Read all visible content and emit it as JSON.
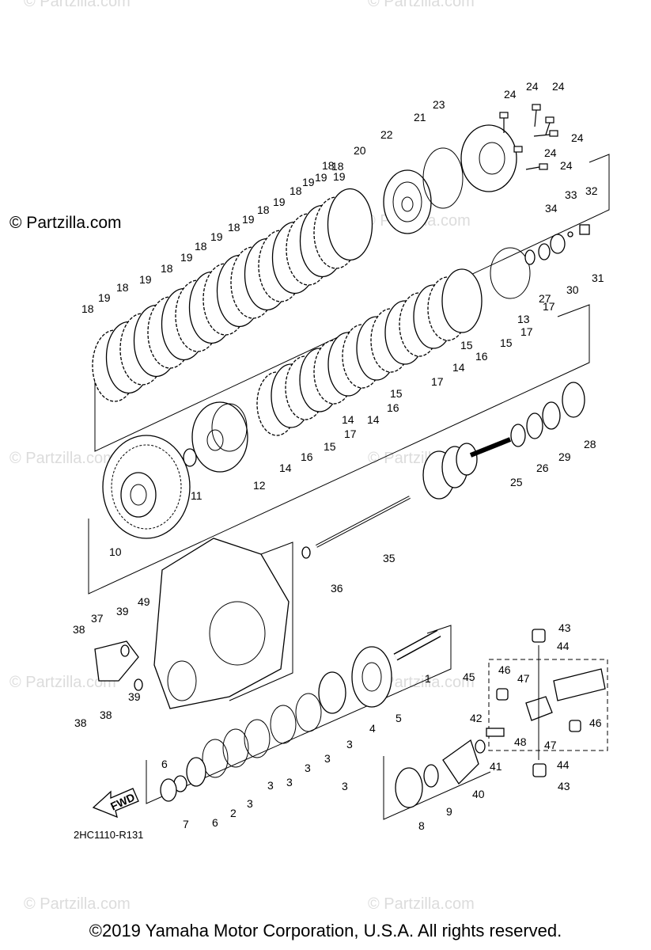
{
  "watermark": "© Partzilla.com",
  "brand_caption": "© Partzilla.com",
  "diagram_code": "2HC1110-R131",
  "copyright": "©2019 Yamaha Motor Corporation, U.S.A. All rights reserved.",
  "fwd_label": "FWD",
  "part_labels": [
    "1",
    "2",
    "3",
    "3",
    "3",
    "3",
    "3",
    "3",
    "3",
    "4",
    "5",
    "6",
    "6",
    "7",
    "8",
    "9",
    "10",
    "11",
    "12",
    "13",
    "14",
    "14",
    "14",
    "14",
    "15",
    "15",
    "15",
    "15",
    "16",
    "16",
    "16",
    "17",
    "17",
    "17",
    "17",
    "18",
    "18",
    "18",
    "18",
    "18",
    "18",
    "18",
    "18",
    "18",
    "19",
    "19",
    "19",
    "19",
    "19",
    "19",
    "19",
    "19",
    "19",
    "20",
    "21",
    "22",
    "23",
    "24",
    "24",
    "24",
    "24",
    "24",
    "24",
    "25",
    "26",
    "27",
    "28",
    "29",
    "30",
    "31",
    "32",
    "33",
    "34",
    "35",
    "36",
    "37",
    "38",
    "38",
    "38",
    "39",
    "39",
    "40",
    "41",
    "42",
    "43",
    "43",
    "44",
    "44",
    "45",
    "46",
    "46",
    "47",
    "47",
    "48",
    "49"
  ]
}
